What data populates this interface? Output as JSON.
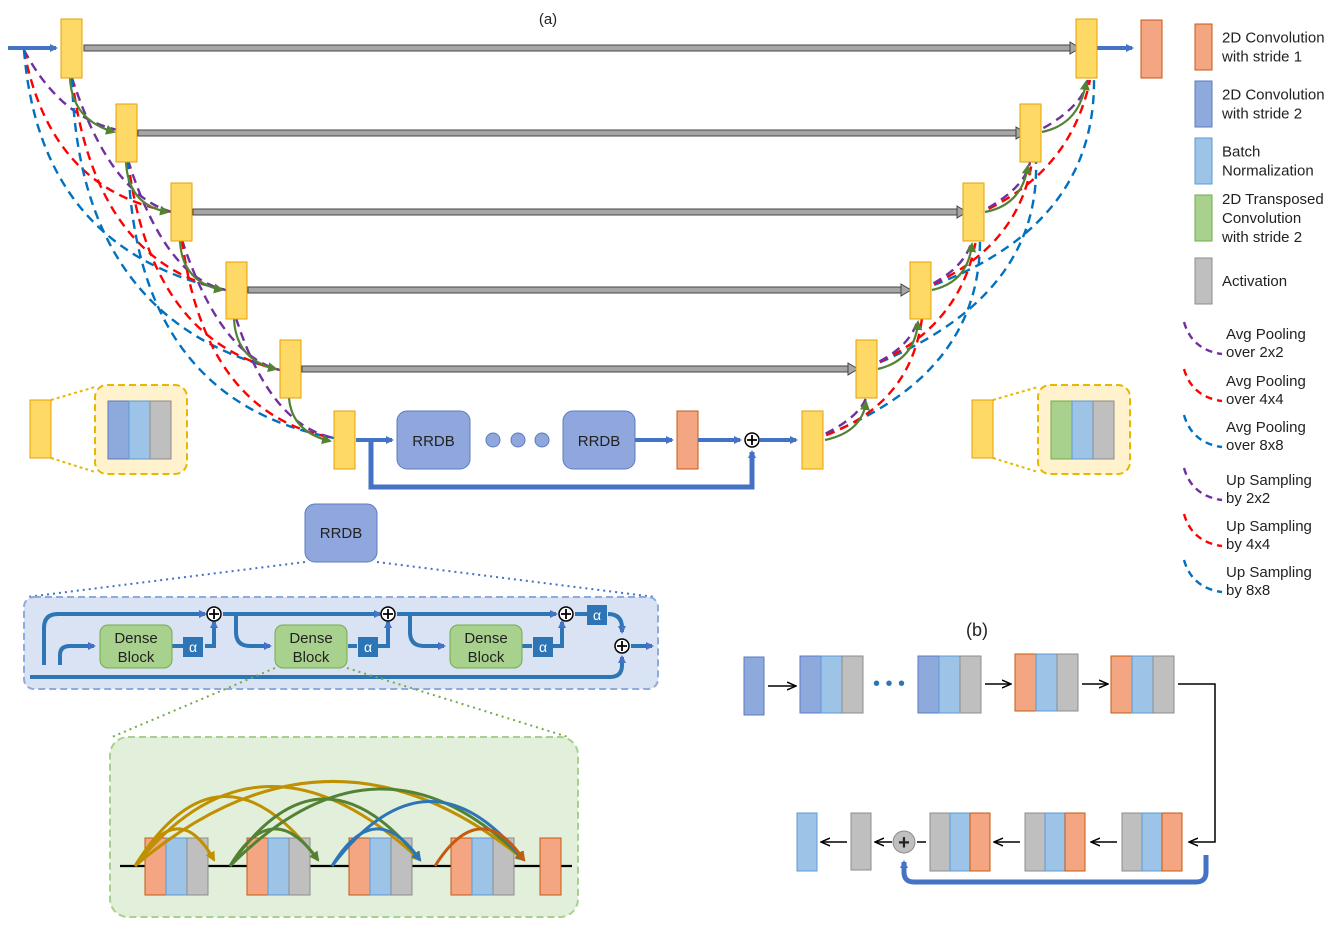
{
  "panel_labels": {
    "a": "(a)",
    "b": "(b)"
  },
  "colors": {
    "feature_map": "#FFD966",
    "feature_map_stroke": "#E6A000",
    "conv_stride1": "#F4A582",
    "conv_stride2": "#8EA9DB",
    "batch_norm": "#9DC3E6",
    "transposed_conv": "#A9D18E",
    "activation": "#BFBFBF",
    "rrdb": "#8FA7DC",
    "main_arrow": "#4472C4",
    "skip_arrow": "#A6A6A6",
    "green_arrow": "#548235",
    "purple_dash": "#7030A0",
    "red_dash": "#FF0000",
    "cyan_dash": "#0070C0"
  },
  "legend": [
    {
      "kind": "box",
      "color_key": "conv_stride1",
      "lines": [
        "2D Convolution",
        "with stride 1"
      ]
    },
    {
      "kind": "box",
      "color_key": "conv_stride2",
      "lines": [
        "2D Convolution",
        "with stride 2"
      ]
    },
    {
      "kind": "box",
      "color_key": "batch_norm",
      "lines": [
        "Batch",
        "Normalization"
      ]
    },
    {
      "kind": "box",
      "color_key": "transposed_conv",
      "lines": [
        "2D Transposed",
        "Convolution",
        "with stride 2"
      ]
    },
    {
      "kind": "box",
      "color_key": "activation",
      "lines": [
        "Activation"
      ]
    },
    {
      "kind": "dash",
      "color_key": "purple_dash",
      "lines": [
        "Avg Pooling",
        "over 2x2"
      ]
    },
    {
      "kind": "dash",
      "color_key": "red_dash",
      "lines": [
        "Avg Pooling",
        "over 4x4"
      ]
    },
    {
      "kind": "dash",
      "color_key": "cyan_dash",
      "lines": [
        "Avg Pooling",
        "over 8x8"
      ]
    },
    {
      "kind": "dash",
      "color_key": "purple_dash",
      "lines": [
        "Up Sampling",
        "by 2x2"
      ]
    },
    {
      "kind": "dash",
      "color_key": "red_dash",
      "lines": [
        "Up Sampling",
        "by 4x4"
      ]
    },
    {
      "kind": "dash",
      "color_key": "cyan_dash",
      "lines": [
        "Up Sampling",
        "by 8x8"
      ]
    }
  ],
  "bottleneck": {
    "block_label": "RRDB",
    "plus_symbol": "⊕"
  },
  "rrdb_detail": {
    "title": "RRDB",
    "dense_block_lines": [
      "Dense",
      "Block"
    ],
    "alpha": "α",
    "plus_symbol": "⊕"
  },
  "panel_b": {
    "dots": "• • •",
    "plus_symbol": "+"
  }
}
